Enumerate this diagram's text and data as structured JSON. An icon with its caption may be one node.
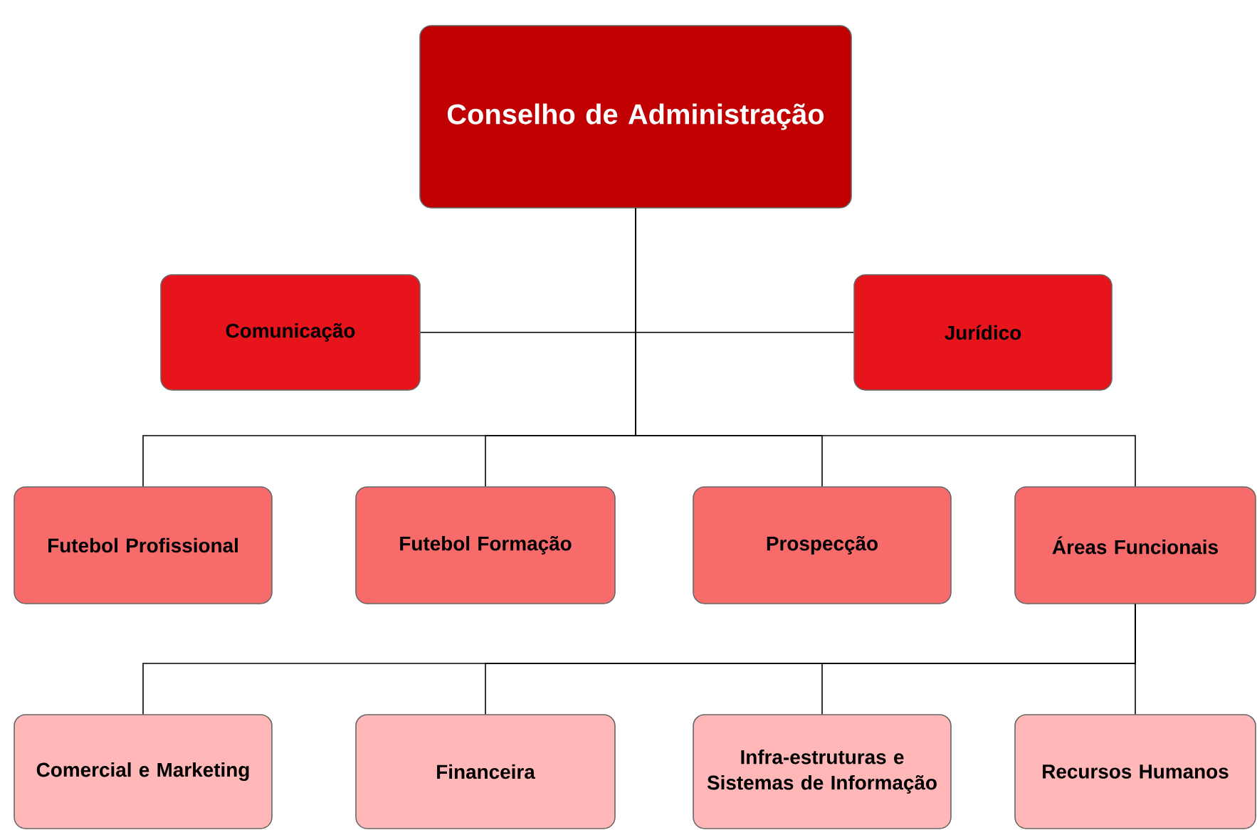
{
  "diagram": {
    "nodes": [
      {
        "text": [
          "Conselho de Administração"
        ]
      },
      {
        "text": [
          "Comunicação"
        ]
      },
      {
        "text": [
          "Jurídico"
        ]
      },
      {
        "text": [
          "Futebol Profissional"
        ]
      },
      {
        "text": [
          "Futebol Formação"
        ]
      },
      {
        "text": [
          "Prospecção"
        ]
      },
      {
        "text": [
          "Áreas Funcionais"
        ]
      },
      {
        "text": [
          "Comercial e Marketing"
        ]
      },
      {
        "text": [
          "Financeira"
        ]
      },
      {
        "text": [
          "Infra-estruturas e Sistemas de Informação"
        ]
      },
      {
        "text": [
          "Recursos Humanos"
        ]
      }
    ],
    "edges": [
      {
        "from": 0,
        "to": 1,
        "arrow": "none"
      },
      {
        "from": 0,
        "to": 2,
        "arrow": "none"
      },
      {
        "from": 0,
        "to": 3,
        "arrow": "none"
      },
      {
        "from": 0,
        "to": 4,
        "arrow": "none"
      },
      {
        "from": 0,
        "to": 5,
        "arrow": "none"
      },
      {
        "from": 0,
        "to": 6,
        "arrow": "none"
      },
      {
        "from": 6,
        "to": 7,
        "arrow": "none"
      },
      {
        "from": 6,
        "to": 8,
        "arrow": "none"
      },
      {
        "from": 6,
        "to": 9,
        "arrow": "none"
      },
      {
        "from": 6,
        "to": 10,
        "arrow": "none"
      }
    ]
  }
}
